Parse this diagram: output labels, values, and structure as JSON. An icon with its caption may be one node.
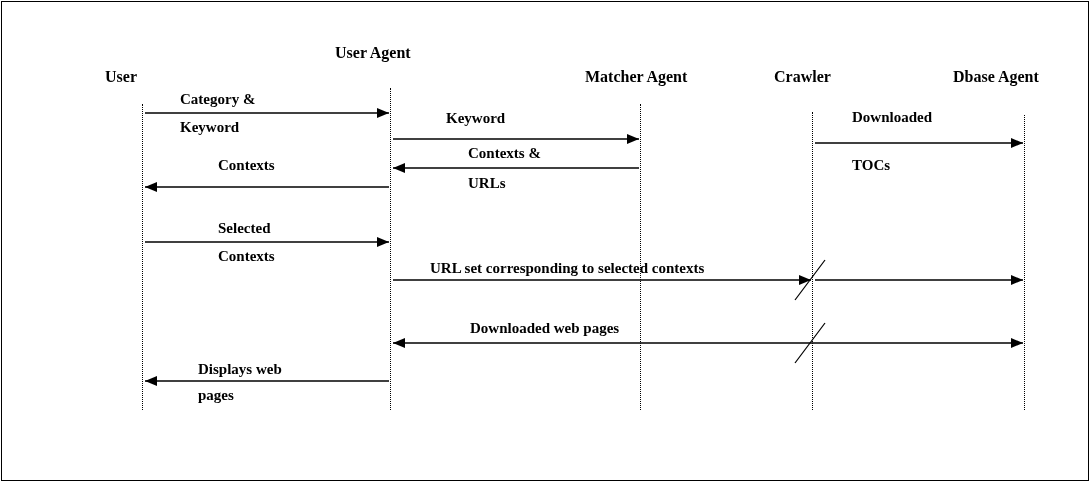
{
  "diagram": {
    "nodes": [
      {
        "text": [
          "User"
        ]
      },
      {
        "text": [
          "User Agent"
        ]
      },
      {
        "text": [
          "Matcher Agent"
        ]
      },
      {
        "text": [
          "Crawler"
        ]
      },
      {
        "text": [
          "Dbase Agent"
        ]
      }
    ],
    "edges": [
      {
        "from": 0,
        "to": 1,
        "arrow": "to",
        "label": "Category & Keyword"
      },
      {
        "from": 1,
        "to": 2,
        "arrow": "to",
        "label": "Keyword"
      },
      {
        "from": 2,
        "to": 1,
        "arrow": "to",
        "label": "Contexts & URLs"
      },
      {
        "from": 1,
        "to": 0,
        "arrow": "to",
        "label": "Contexts"
      },
      {
        "from": 0,
        "to": 1,
        "arrow": "to",
        "label": "Selected Contexts"
      },
      {
        "from": 3,
        "to": 4,
        "arrow": "to",
        "label": "Downloaded TOCs"
      },
      {
        "from": 1,
        "to": 3,
        "arrow": "to",
        "label": "URL set corresponding to selected contexts"
      },
      {
        "from": 3,
        "to": 4,
        "arrow": "to"
      },
      {
        "from": 1,
        "to": 4,
        "arrow": "both",
        "label": "Downloaded web pages"
      },
      {
        "from": 1,
        "to": 0,
        "arrow": "to",
        "label": "Displays web pages"
      }
    ]
  }
}
